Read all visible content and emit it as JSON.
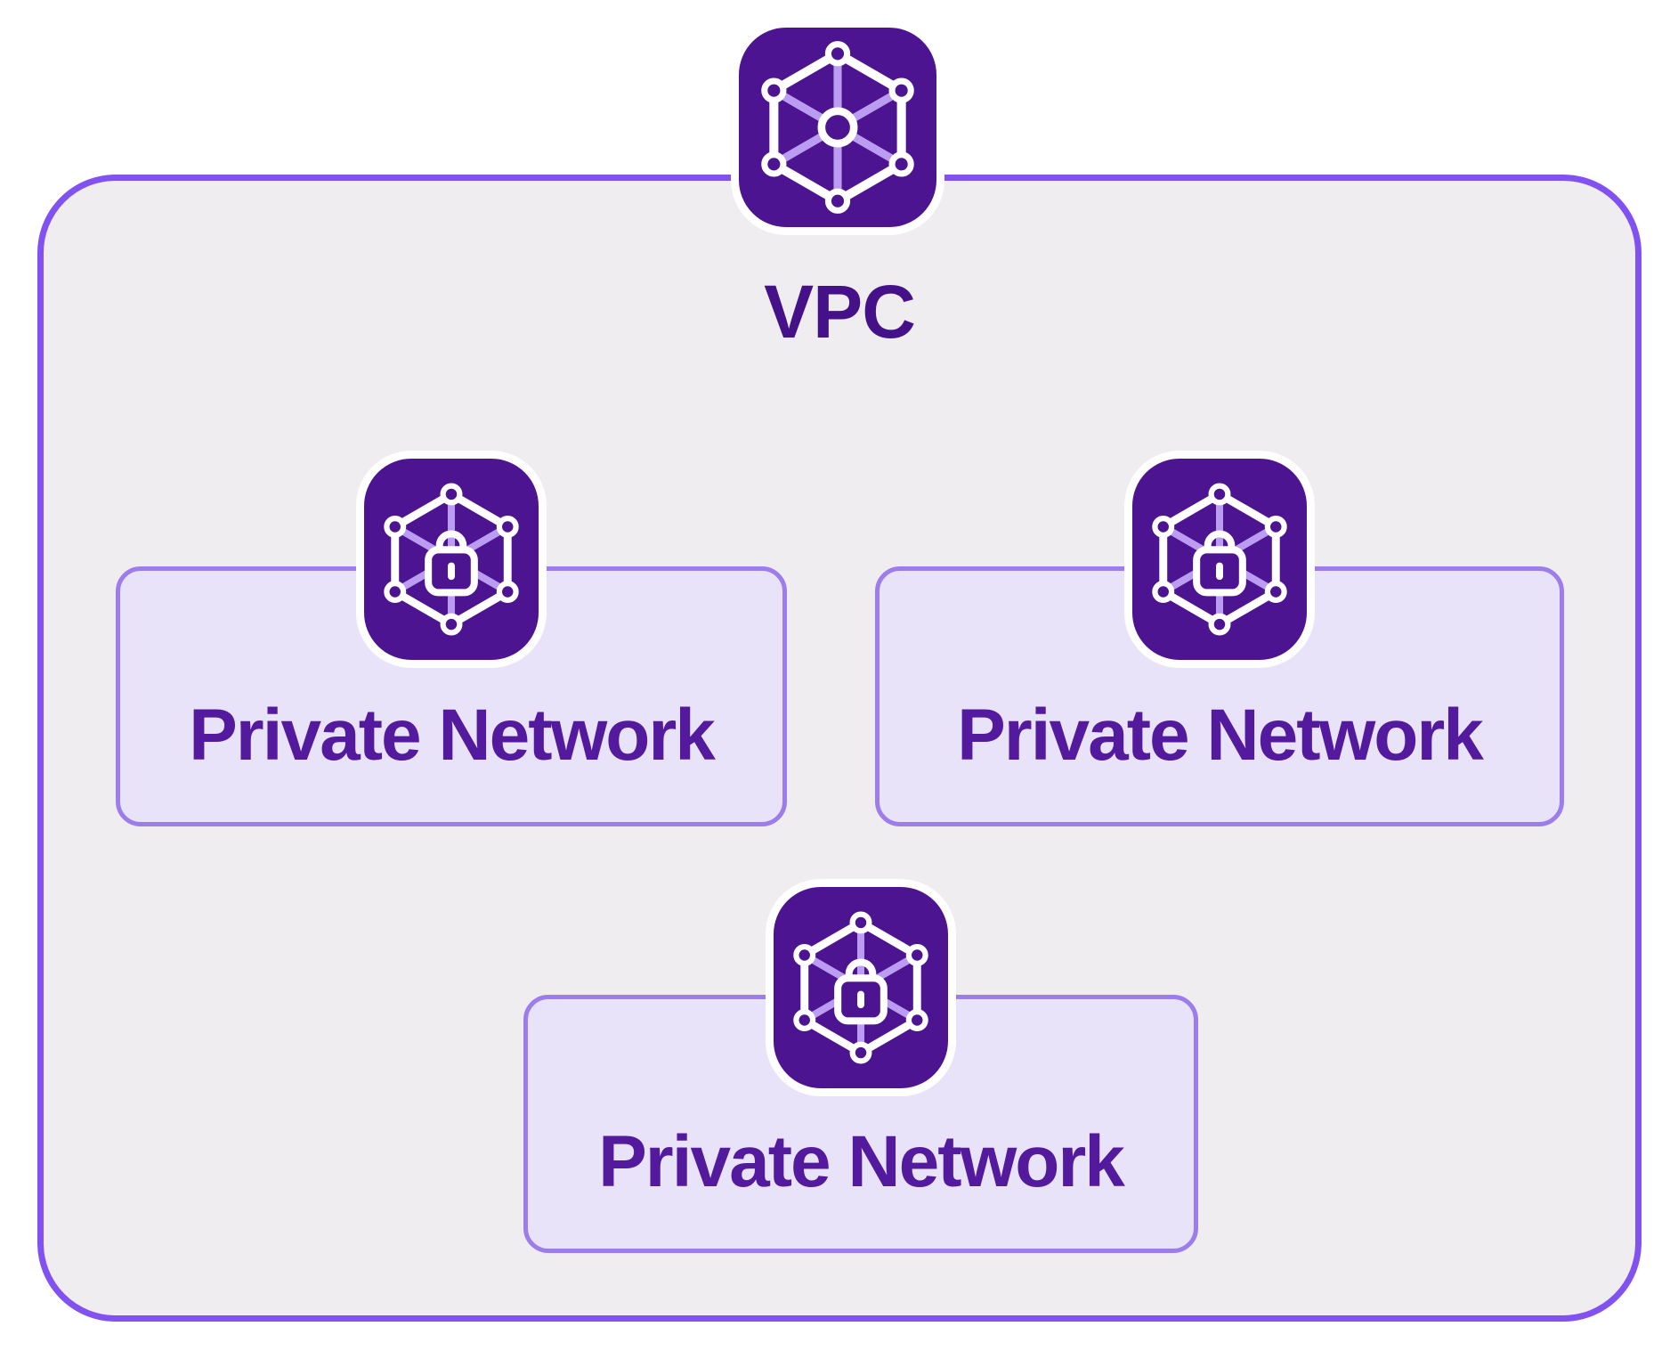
{
  "vpc": {
    "label": "VPC",
    "icon": "network-hub-icon",
    "private_networks": [
      {
        "label": "Private Network",
        "icon": "private-network-lock-icon"
      },
      {
        "label": "Private Network",
        "icon": "private-network-lock-icon"
      },
      {
        "label": "Private Network",
        "icon": "private-network-lock-icon"
      }
    ]
  },
  "colors": {
    "vpc_border": "#8251F2",
    "vpc_fill": "#EFEDEF",
    "net_border": "#9C7DEB",
    "net_fill": "#E9E3F9",
    "icon_purple": "#4D1492",
    "icon_spoke": "#BA9DF2",
    "icon_ring": "#FFFFFF",
    "label_vpc": "#451189",
    "label_net": "#541A9E",
    "page_bg": "#FFFFFF"
  }
}
